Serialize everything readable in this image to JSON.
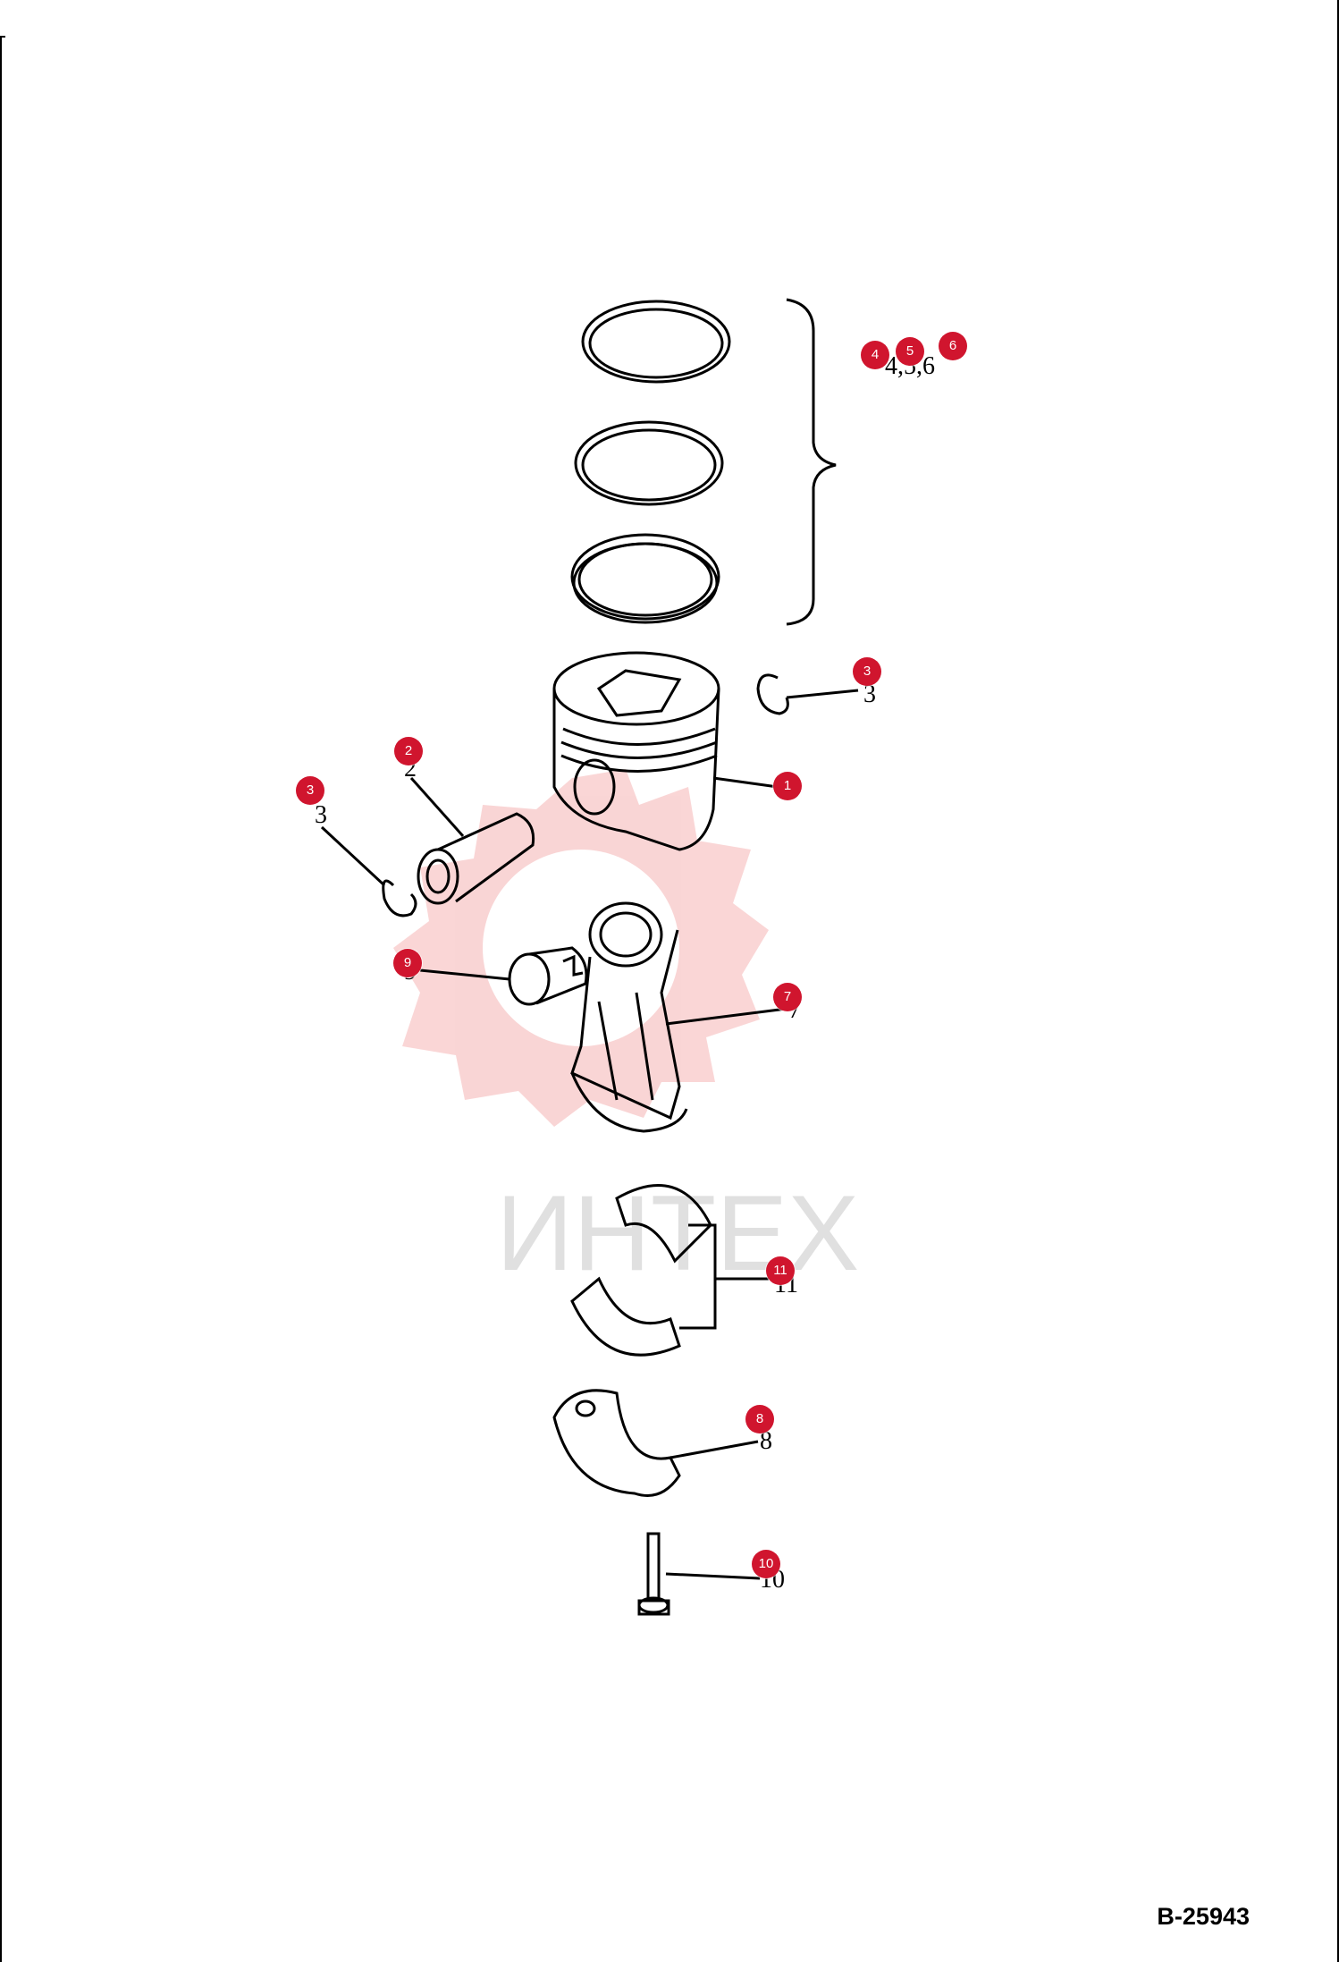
{
  "watermark": {
    "text": "ИНТЕХ"
  },
  "plate_number": "B-25943",
  "drawing_labels": [
    "4,5,6",
    "3",
    "2",
    "3",
    "1",
    "9",
    "7",
    "11",
    "8",
    "10"
  ],
  "callouts": [
    "4",
    "5",
    "6",
    "3",
    "1",
    "2",
    "3",
    "9",
    "7",
    "11",
    "8",
    "10"
  ],
  "colors": {
    "callout": "#d0152e",
    "line": "#000000",
    "watermark": "#f3b0b0"
  }
}
